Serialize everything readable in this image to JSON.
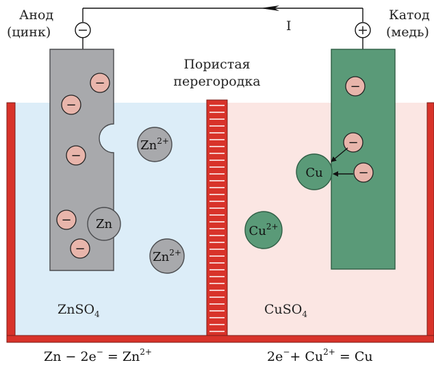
{
  "anode": {
    "line1": "Анод",
    "line2": "(цинк)",
    "sign": "−"
  },
  "cathode": {
    "line1": "Катод",
    "line2": "(медь)",
    "sign": "+"
  },
  "current_label": "I",
  "partition": {
    "line1": "Пористая",
    "line2": "перегородка"
  },
  "left_solution": {
    "base": "ZnSO",
    "sub": "4"
  },
  "right_solution": {
    "base": "CuSO",
    "sub": "4"
  },
  "zn_atom": "Zn",
  "cu_atom": "Cu",
  "zn_ion": {
    "base": "Zn",
    "sup": "2+"
  },
  "cu_ion": {
    "base": "Cu",
    "sup": "2+"
  },
  "electron_sign": "−",
  "equation_left": {
    "a": "Zn − 2e",
    "a_sup": "−",
    "b": " = Zn",
    "b_sup": "2+"
  },
  "equation_right": {
    "a": "2e",
    "a_sup": "−",
    "b": "+ Cu",
    "b_sup": "2+",
    "c": " = Cu"
  },
  "colors": {
    "vessel": "#d8332a",
    "left_solution": "#dcedf8",
    "right_solution": "#fbe6e3",
    "zinc_electrode": "#a8a9ac",
    "copper_electrode": "#5a9a78",
    "electron_fill": "#e8b5ab",
    "zn_particle": "#a8a9ac",
    "cu_particle": "#5a9a78"
  }
}
